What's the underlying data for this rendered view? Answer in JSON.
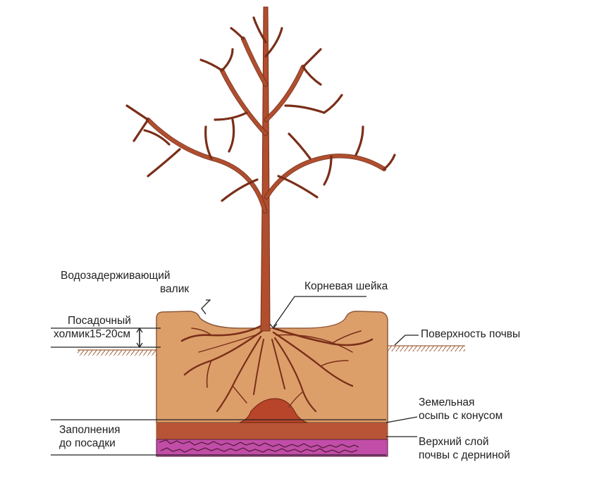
{
  "labels": {
    "water_ridge_line1": "Водозадерживающий",
    "water_ridge_line2": "валик",
    "planting_mound_line1": "Посадочный",
    "planting_mound_line2": "холмик15-20см",
    "root_collar": "Корневая шейка",
    "soil_surface": "Поверхность почвы",
    "earth_cone_line1": "Земельная",
    "earth_cone_line2": "осыпь с конусом",
    "fill_line1": "Заполнения",
    "fill_line2": "до посадки",
    "topsoil_line1": "Верхний слой",
    "topsoil_line2": "почвы с дерниной"
  },
  "colors": {
    "soil": "#dd9f6a",
    "soil_stroke": "#8f5a3a",
    "tree": "#b04e2e",
    "tree_stroke": "#7a2e18",
    "cone": "#b8452a",
    "fill_layer": "#b85436",
    "turf_layer": "#b6309a",
    "turf_dark": "#5a2040",
    "leader_line": "#222222"
  }
}
